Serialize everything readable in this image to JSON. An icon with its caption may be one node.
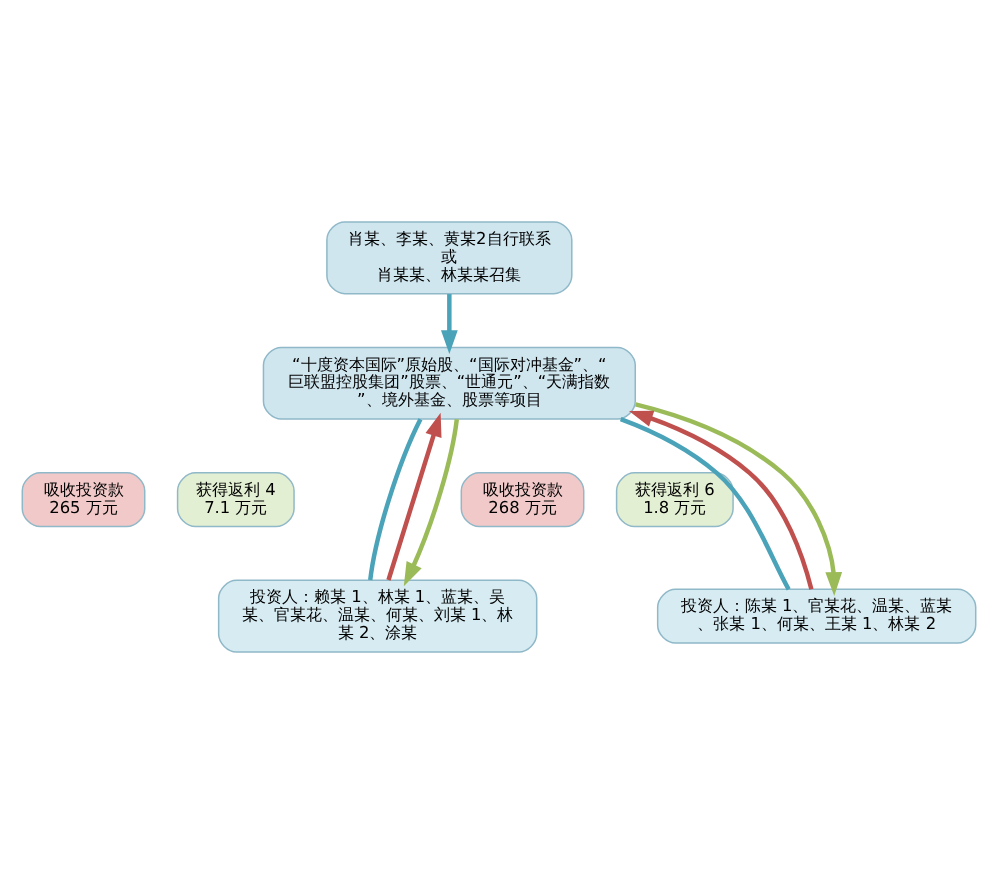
{
  "diagram": {
    "nodes": [
      {
        "text": [
          "肖某、李某、黄某2自行联系",
          "或",
          "肖某某、林某某召集"
        ]
      },
      {
        "text": [
          "“十度资本国际”原始股、“国际对冲基金”、“巨联盟控股集团”股票、“世通元”、“天满指数”、境外基金、股票等项目"
        ]
      },
      {
        "text": [
          "吸收投资款 265 万元"
        ]
      },
      {
        "text": [
          "获得返利 47.1 万元"
        ]
      },
      {
        "text": [
          "吸收投资款 268 万元"
        ]
      },
      {
        "text": [
          "获得返利 61.8 万元"
        ]
      },
      {
        "text": [
          "投资人：赖某 1、林某 1、蓝某、吴某、官某花、温某、何某、刘某 1、林某 2、涂某"
        ]
      },
      {
        "text": [
          "投资人：陈某 1、官某花、温某、蓝某、张某 1、何某、王某 1、林某 2"
        ]
      }
    ],
    "edges": [
      {
        "from": 0,
        "to": 1,
        "arrow": "to"
      },
      {
        "from": 1,
        "to": 6,
        "arrow": "none"
      },
      {
        "from": 1,
        "to": 7,
        "arrow": "none"
      },
      {
        "from": 6,
        "to": 1,
        "arrow": "to",
        "color": "#c0504d"
      },
      {
        "from": 1,
        "to": 6,
        "arrow": "to",
        "color": "#9bbb59"
      },
      {
        "from": 7,
        "to": 1,
        "arrow": "to",
        "color": "#c0504d"
      },
      {
        "from": 1,
        "to": 7,
        "arrow": "to",
        "color": "#9bbb59"
      }
    ]
  }
}
